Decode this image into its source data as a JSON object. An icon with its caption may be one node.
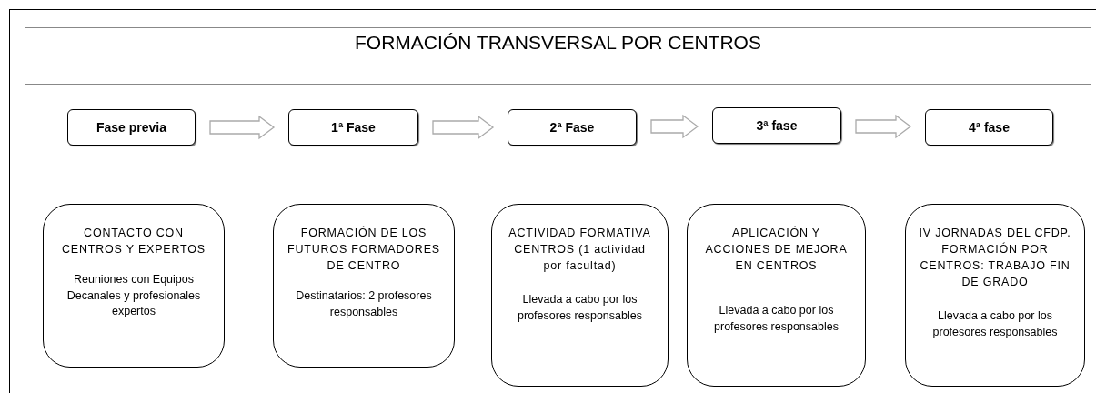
{
  "diagram": {
    "title": "FORMACIÓN TRANSVERSAL POR CENTROS",
    "nodes": [
      {
        "text": [
          "Fase previa"
        ]
      },
      {
        "text": [
          "1ª Fase"
        ]
      },
      {
        "text": [
          "2ª Fase"
        ]
      },
      {
        "text": [
          "3ª fase"
        ]
      },
      {
        "text": [
          "4ª fase"
        ]
      },
      {
        "text": [
          "CONTACTO CON CENTROS Y EXPERTOS",
          "Reuniones con Equipos Decanales y profesionales expertos"
        ]
      },
      {
        "text": [
          "FORMACIÓN DE LOS FUTUROS FORMADORES DE CENTRO",
          "Destinatarios: 2 profesores responsables"
        ]
      },
      {
        "text": [
          "ACTIVIDAD FORMATIVA CENTROS (1 actividad por facultad)",
          "Llevada a cabo por los profesores responsables"
        ]
      },
      {
        "text": [
          "APLICACIÓN Y ACCIONES DE MEJORA EN CENTROS",
          "Llevada a cabo por los profesores responsables"
        ]
      },
      {
        "text": [
          "IV JORNADAS DEL CFDP. FORMACIÓN POR CENTROS: TRABAJO FIN DE GRADO",
          "Llevada a cabo por los profesores responsables"
        ]
      }
    ],
    "edges": [
      {
        "from": 0,
        "to": 1,
        "arrow": "to"
      },
      {
        "from": 1,
        "to": 2,
        "arrow": "to"
      },
      {
        "from": 2,
        "to": 3,
        "arrow": "to"
      },
      {
        "from": 3,
        "to": 4,
        "arrow": "to"
      }
    ]
  }
}
